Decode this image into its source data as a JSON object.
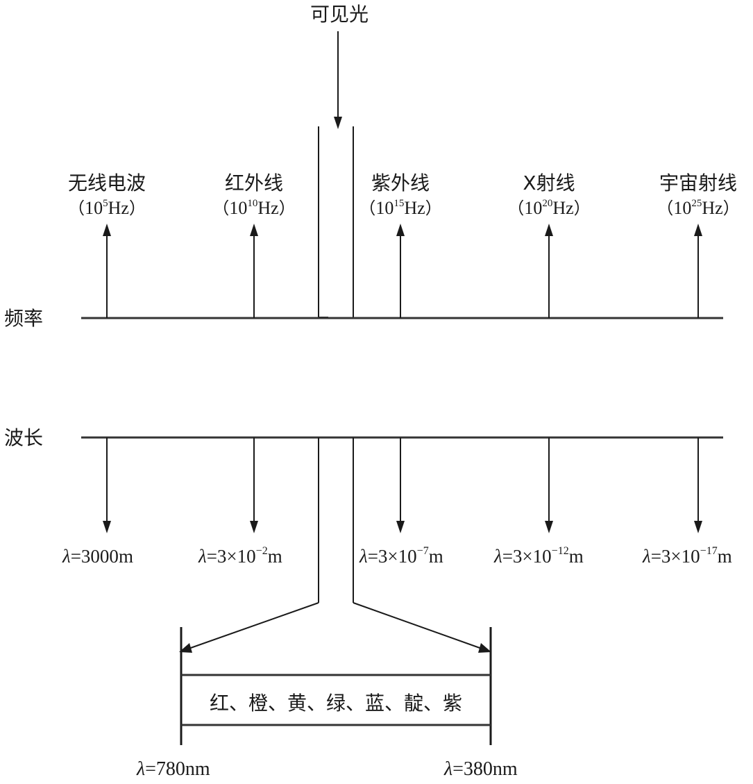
{
  "visible_label": "可见光",
  "axes": {
    "frequency": "频率",
    "wavelength": "波长"
  },
  "bands": [
    {
      "name": "无线电波",
      "freq_base": "10",
      "freq_exp": "5",
      "freq_unit": "Hz",
      "lambda_prefix": "=",
      "lambda_value": "3000",
      "lambda_exp": "",
      "lambda_unit": "m"
    },
    {
      "name": "红外线",
      "freq_base": "10",
      "freq_exp": "10",
      "freq_unit": "Hz",
      "lambda_prefix": "=",
      "lambda_value": "3×10",
      "lambda_exp": "−2",
      "lambda_unit": "m"
    },
    {
      "name": "紫外线",
      "freq_base": "10",
      "freq_exp": "15",
      "freq_unit": "Hz",
      "lambda_prefix": "=",
      "lambda_value": "3×10",
      "lambda_exp": "−7",
      "lambda_unit": "m"
    },
    {
      "name": "X射线",
      "freq_base": "10",
      "freq_exp": "20",
      "freq_unit": "Hz",
      "lambda_prefix": "=",
      "lambda_value": "3×10",
      "lambda_exp": "−12",
      "lambda_unit": "m"
    },
    {
      "name": "宇宙射线",
      "freq_base": "10",
      "freq_exp": "25",
      "freq_unit": "Hz",
      "lambda_prefix": "=",
      "lambda_value": "3×10",
      "lambda_exp": "−17",
      "lambda_unit": "m"
    }
  ],
  "lambda_symbol": "λ",
  "paren_open": "（",
  "paren_close": "）",
  "colors_text": "红、橙、黄、绿、蓝、靛、紫",
  "visible_range": {
    "left": {
      "symbol": "λ",
      "value": "=780nm"
    },
    "right": {
      "symbol": "λ",
      "value": "=380nm"
    }
  },
  "colors": {
    "line": "#333333",
    "text": "#1a1a1a"
  }
}
